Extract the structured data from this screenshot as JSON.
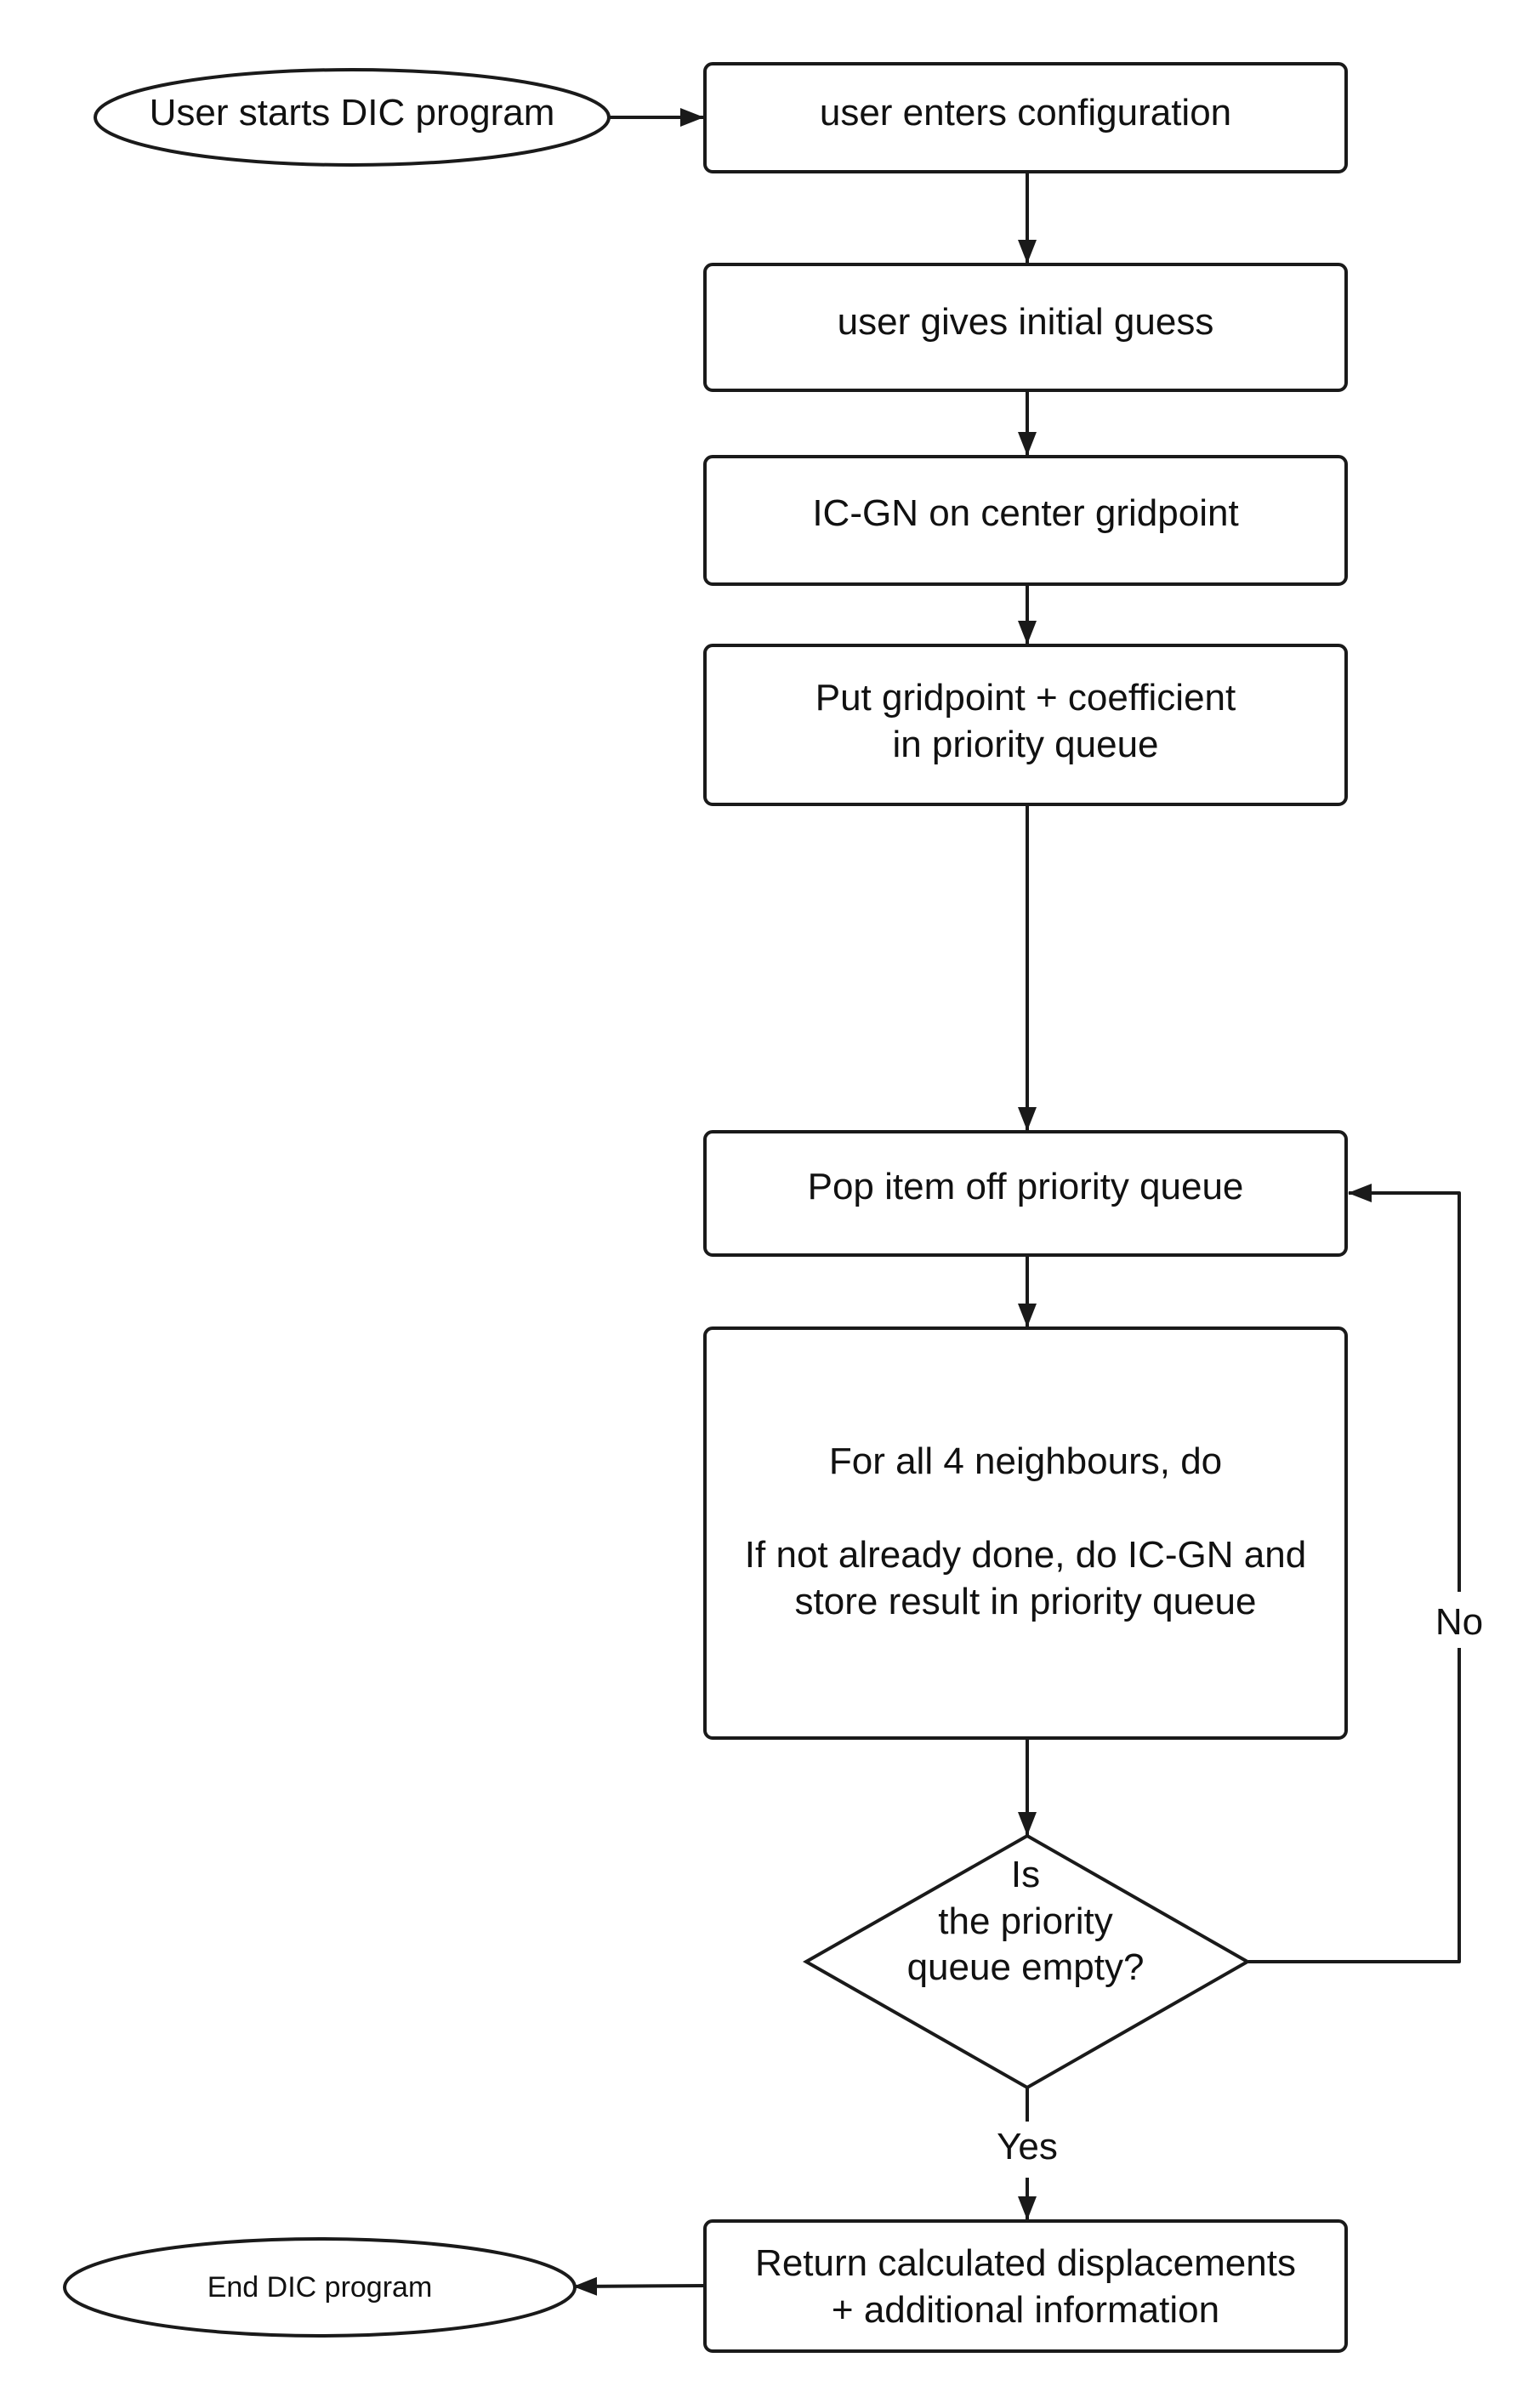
{
  "nodes": {
    "start": {
      "text": "User starts DIC program"
    },
    "config": {
      "text": "user enters configuration"
    },
    "guess": {
      "text": "user gives initial guess"
    },
    "icgn_center": {
      "text": "IC-GN on center gridpoint"
    },
    "put_queue": {
      "lines": [
        "Put gridpoint + coefficient",
        "in priority queue"
      ]
    },
    "pop": {
      "text": "Pop item off priority queue"
    },
    "neighbours": {
      "lines": [
        "For all 4 neighbours, do",
        "",
        "If not already done, do IC-GN and",
        "store result in priority queue"
      ]
    },
    "decision": {
      "lines": [
        "Is",
        "the priority",
        "queue empty?"
      ]
    },
    "return": {
      "lines": [
        "Return calculated displacements",
        "+ additional information"
      ]
    },
    "end": {
      "text": "End DIC program"
    }
  },
  "edges": {
    "no_label": "No",
    "yes_label": "Yes"
  },
  "colors": {
    "stroke": "#1a1a1a",
    "fill": "#ffffff",
    "text": "#111111"
  }
}
